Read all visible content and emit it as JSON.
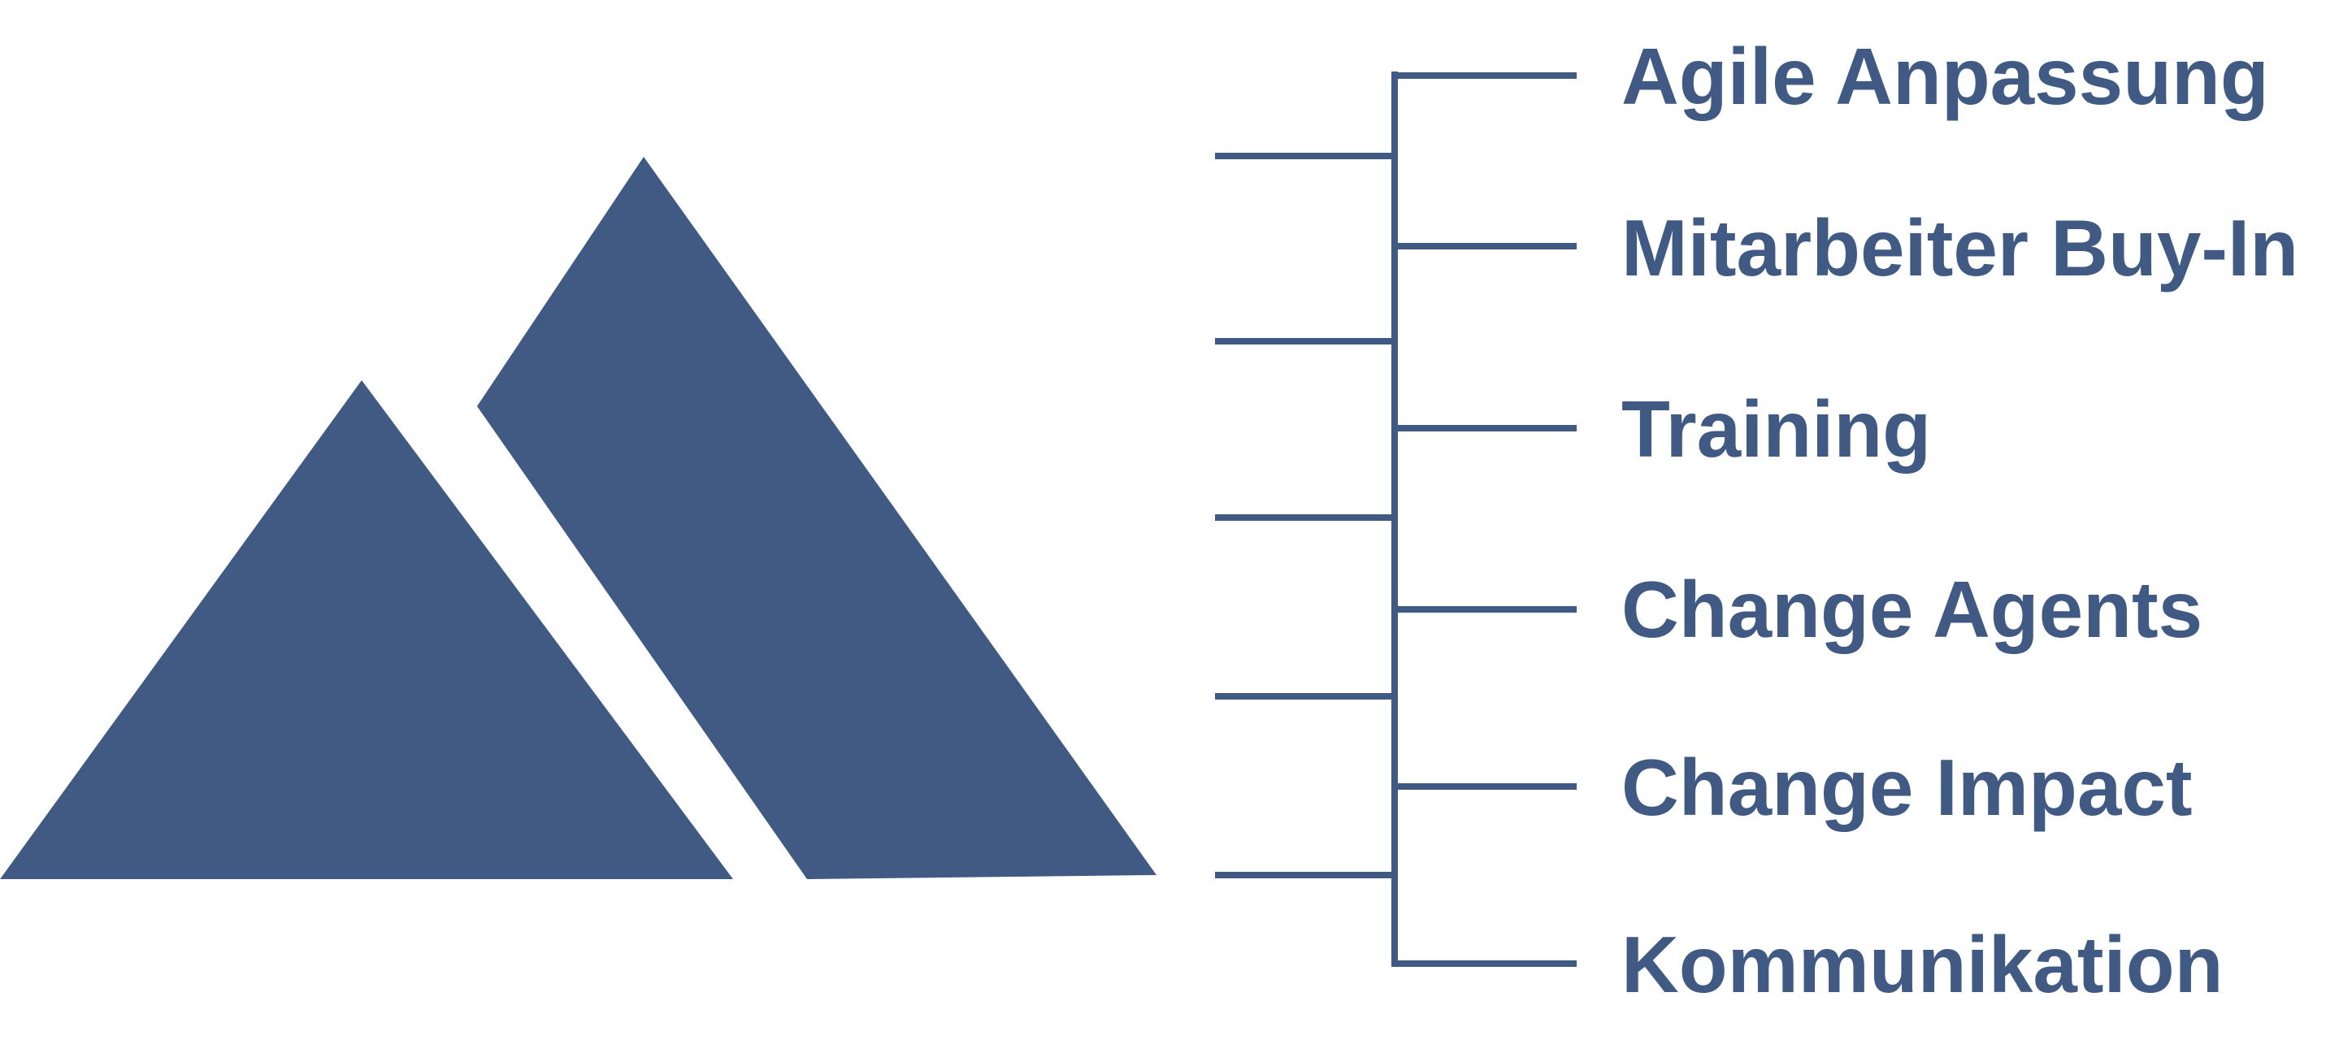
{
  "diagram": {
    "accent_color": "#415a83",
    "background_color": "#ffffff",
    "items": [
      {
        "label": "Agile Anpassung"
      },
      {
        "label": "Mitarbeiter Buy-In"
      },
      {
        "label": "Training"
      },
      {
        "label": "Change Agents"
      },
      {
        "label": "Change Impact"
      },
      {
        "label": "Kommunikation"
      }
    ]
  }
}
